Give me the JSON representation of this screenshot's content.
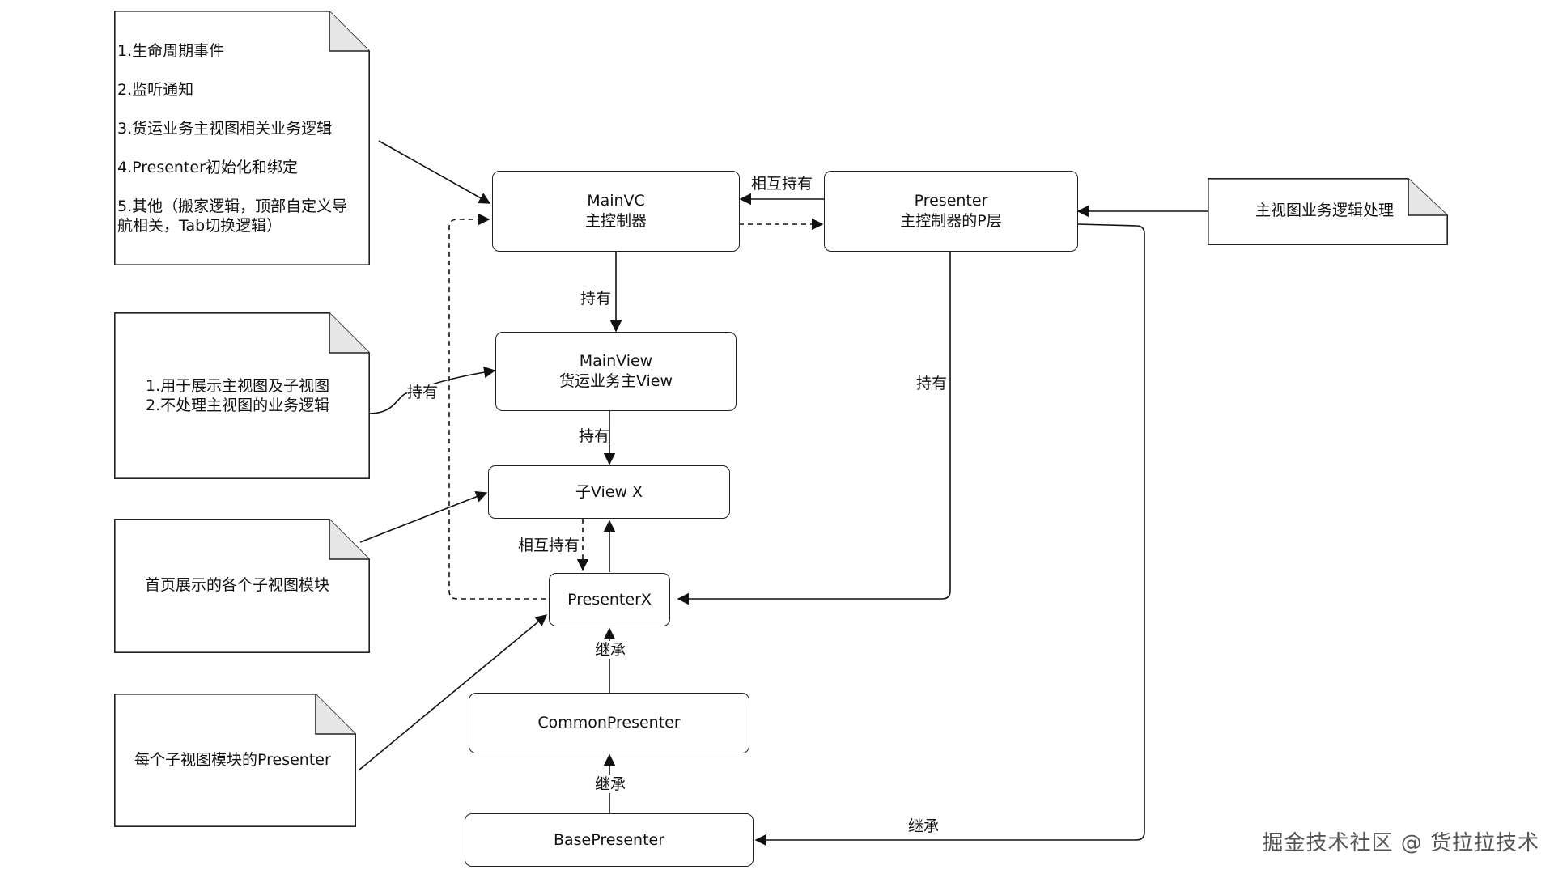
{
  "nodes": {
    "mainvc": {
      "line1": "MainVC",
      "line2": "主控制器"
    },
    "presenter": {
      "line1": "Presenter",
      "line2": "主控制器的P层"
    },
    "mainview": {
      "line1": "MainView",
      "line2": "货运业务主View"
    },
    "subview": {
      "line1": "子View X"
    },
    "presenterx": {
      "line1": "PresenterX"
    },
    "common": {
      "line1": "CommonPresenter"
    },
    "base": {
      "line1": "BasePresenter"
    }
  },
  "notes": {
    "mainvc_note": [
      "1.生命周期事件",
      "2.监听通知",
      "3.货运业务主视图相关业务逻辑",
      "4.Presenter初始化和绑定",
      "5.其他（搬家逻辑，顶部自定义导",
      "航相关，Tab切换逻辑）"
    ],
    "mainview_note": [
      "1.用于展示主视图及子视图",
      "2.不处理主视图的业务逻辑"
    ],
    "subview_note": [
      "首页展示的各个子视图模块"
    ],
    "presenterx_note": [
      "每个子视图模块的Presenter"
    ],
    "presenter_note": [
      "主视图业务逻辑处理"
    ]
  },
  "edge_labels": {
    "mutual_top": "相互持有",
    "hold_mainview": "持有",
    "hold_note": "持有",
    "hold_subview": "持有",
    "hold_presenterx": "持有",
    "mutual_sub": "相互持有",
    "inherit_common": "继承",
    "inherit_base": "继承",
    "inherit_right": "继承"
  },
  "watermark": "掘金技术社区 @ 货拉拉技术"
}
